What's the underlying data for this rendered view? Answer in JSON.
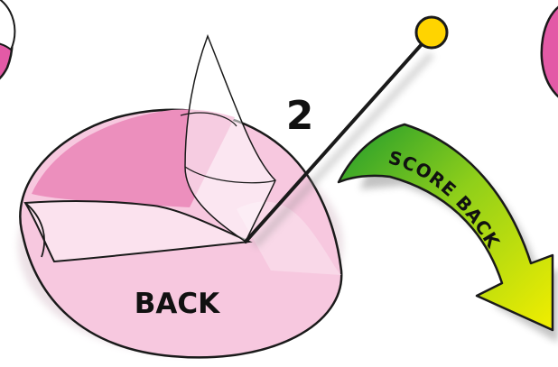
{
  "step": {
    "number": "2"
  },
  "part": {
    "label": "BACK"
  },
  "arrow": {
    "label_part1": "SCORE",
    "label_part2": "BACK",
    "gradient_start": "#1e9a2e",
    "gradient_end": "#f2ee00"
  },
  "colors": {
    "pink_light": "#f7c8df",
    "pink_mid": "#ec8fbd",
    "pink_dark": "#e35aa6",
    "pin_head": "#ffd400",
    "outline": "#1a1a1a"
  }
}
